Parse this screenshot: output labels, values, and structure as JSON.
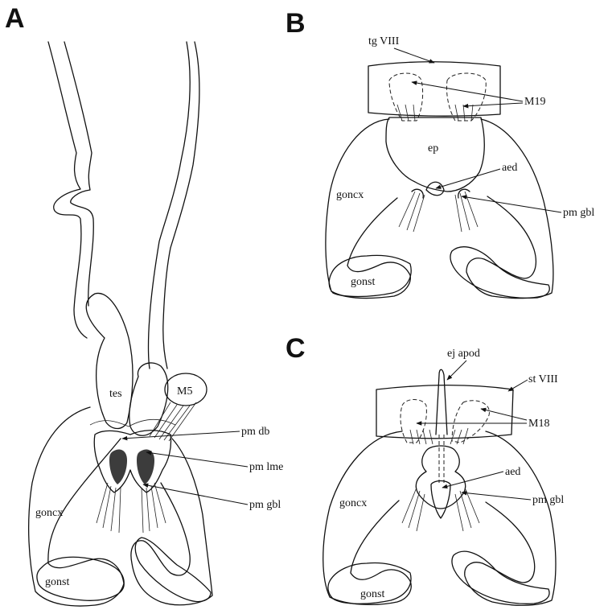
{
  "panels": [
    "A",
    "B",
    "C"
  ],
  "labels": {
    "a_tes": "tes",
    "a_m5": "M5",
    "a_pm_db": "pm db",
    "a_pm_lme": "pm lme",
    "a_pm_gbl": "pm gbl",
    "a_goncx": "goncx",
    "a_gonst": "gonst",
    "b_tg8": "tg VIII",
    "b_m19": "M19",
    "b_ep": "ep",
    "b_aed": "aed",
    "b_goncx": "goncx",
    "b_pm_gbl": "pm gbl",
    "b_gonst": "gonst",
    "c_ej_apod": "ej apod",
    "c_st8": "st VIII",
    "c_m18": "M18",
    "c_aed": "aed",
    "c_goncx": "goncx",
    "c_pm_gbl": "pm gbl",
    "c_gonst": "gonst"
  }
}
